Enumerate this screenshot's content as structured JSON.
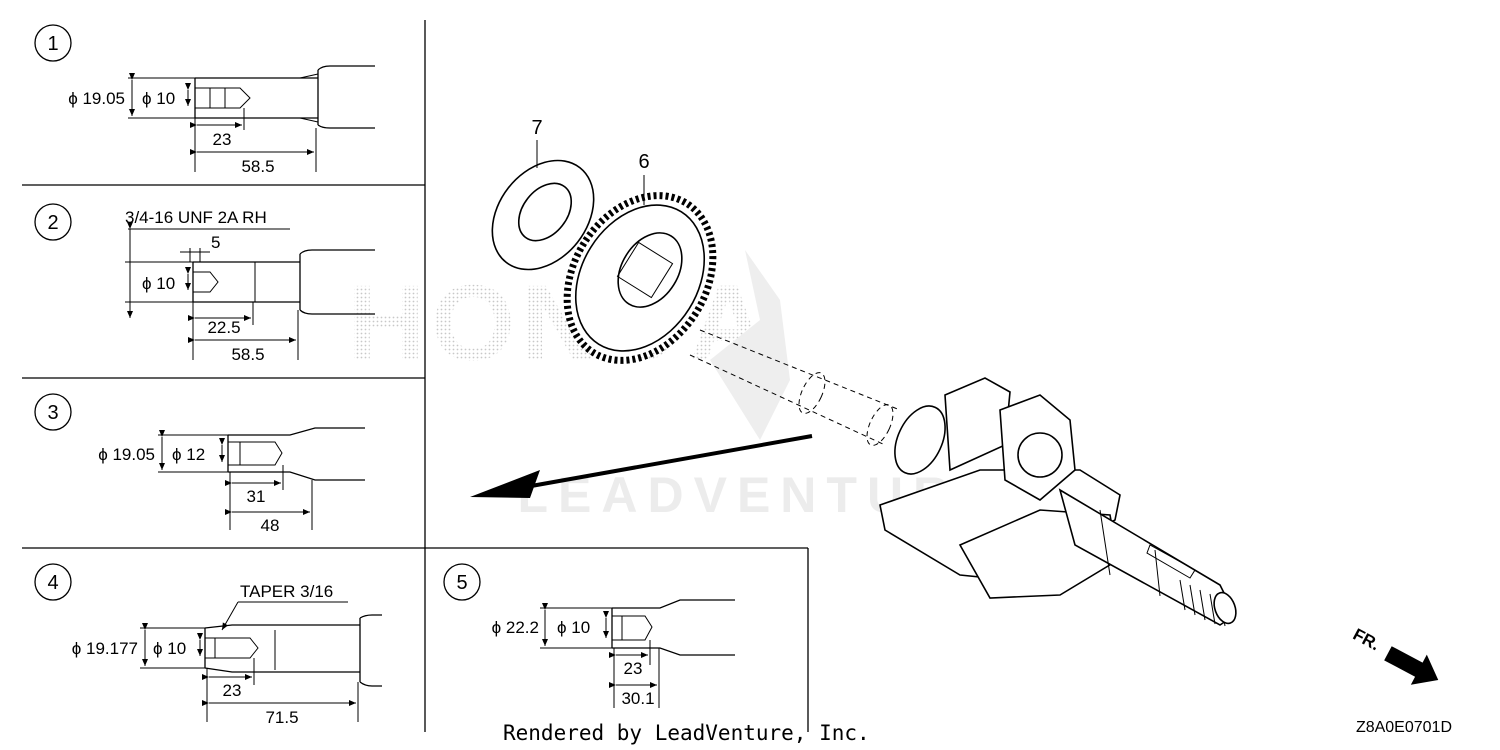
{
  "watermark": {
    "brand": "HONDA",
    "sub": "LEADVENTURE"
  },
  "credit": "Rendered by LeadVenture, Inc.",
  "diagram_code": "Z8A0E0701D",
  "front_label": "FR.",
  "callouts": {
    "washer": "7",
    "gear": "6"
  },
  "details": [
    {
      "num": "1",
      "outer_dia": "ϕ 19.05",
      "inner_dia": "ϕ 10",
      "len_short": "23",
      "len_long": "58.5"
    },
    {
      "num": "2",
      "thread": "3/4-16 UNF 2A RH",
      "small": "5",
      "inner_dia": "ϕ 10",
      "len_short": "22.5",
      "len_long": "58.5"
    },
    {
      "num": "3",
      "outer_dia": "ϕ 19.05",
      "inner_dia": "ϕ 12",
      "len_short": "31",
      "len_long": "48"
    },
    {
      "num": "4",
      "taper": "TAPER 3/16",
      "outer_dia": "ϕ 19.177",
      "inner_dia": "ϕ 10",
      "len_short": "23",
      "len_long": "71.5"
    },
    {
      "num": "5",
      "outer_dia": "ϕ 22.2",
      "inner_dia": "ϕ 10",
      "len_short": "23",
      "len_long": "30.1"
    }
  ]
}
